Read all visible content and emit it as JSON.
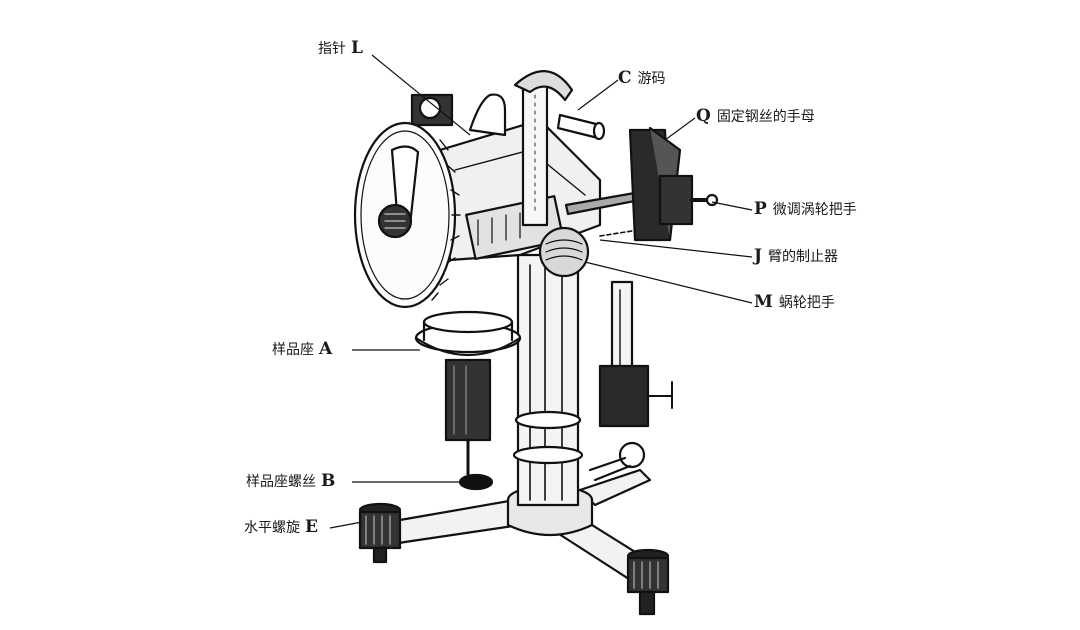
{
  "labels": {
    "L": {
      "key": "L",
      "name": "指针"
    },
    "C": {
      "key": "C",
      "name": "游码"
    },
    "Q": {
      "key": "Q",
      "name": "固定钢丝的手母"
    },
    "P": {
      "key": "P",
      "name": "微调涡轮把手"
    },
    "J": {
      "key": "J",
      "name": "臂的制止器"
    },
    "M": {
      "key": "M",
      "name": "蜗轮把手"
    },
    "A": {
      "key": "A",
      "name": "样品座"
    },
    "B": {
      "key": "B",
      "name": "样品座螺丝"
    },
    "E": {
      "key": "E",
      "name": "水平螺旋"
    }
  }
}
